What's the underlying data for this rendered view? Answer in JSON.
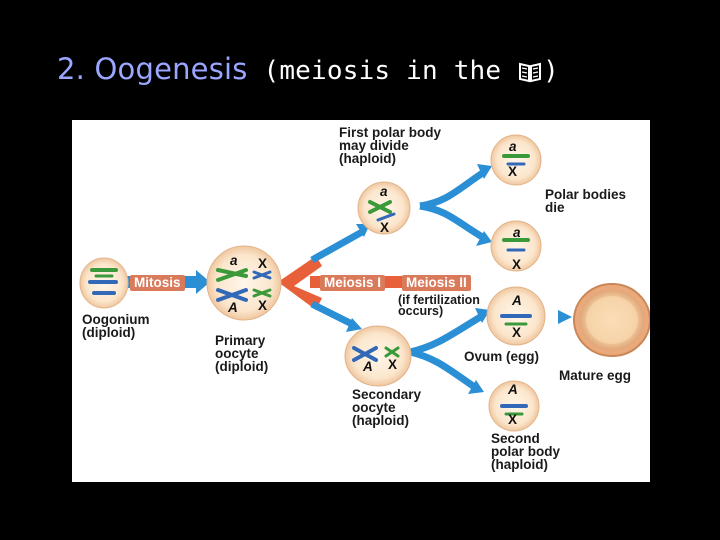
{
  "title": {
    "main": "2. Oogenesis",
    "sub_before": " (meiosis in the ",
    "icon": "book-icon",
    "sub_after": ")",
    "colors": {
      "main": "#9aa6ff",
      "sub": "#ffffff"
    }
  },
  "stages": {
    "mitosis": "Mitosis",
    "meiosis1": "Meiosis I",
    "meiosis2": "Meiosis II"
  },
  "labels": {
    "oogonium": "Oogonium\n(diploid)",
    "primary_oocyte": "Primary\noocyte\n(diploid)",
    "first_polar_body": "First polar body\nmay divide\n(haploid)",
    "polar_bodies_die": "Polar bodies\ndie",
    "fertilization_note": "(if fertilization\noccurs)",
    "ovum": "Ovum (egg)",
    "mature_egg": "Mature egg",
    "secondary_oocyte": "Secondary\noocyte\n(haploid)",
    "second_polar_body": "Second\npolar body\n(haploid)"
  },
  "alleles": {
    "primary_a": "a",
    "primary_A": "A",
    "primary_x1": "X",
    "primary_x2": "X",
    "first_pb_a": "a",
    "first_pb_x": "X",
    "pb_top_a": "a",
    "pb_top_x": "X",
    "pb_mid_a": "a",
    "pb_mid_x": "X",
    "ovum_A": "A",
    "ovum_x": "X",
    "secondary_A": "A",
    "secondary_x": "X",
    "second_pb_A": "A",
    "second_pb_x": "X"
  },
  "colors": {
    "arrow_blue": "#2b8fd6",
    "arrow_orange": "#e8603a",
    "stage_pill": "#d97a5a",
    "cell_fill": "#fbe6cc",
    "chromosome_green": "#3a9a3a",
    "chromosome_blue": "#3268b8"
  }
}
